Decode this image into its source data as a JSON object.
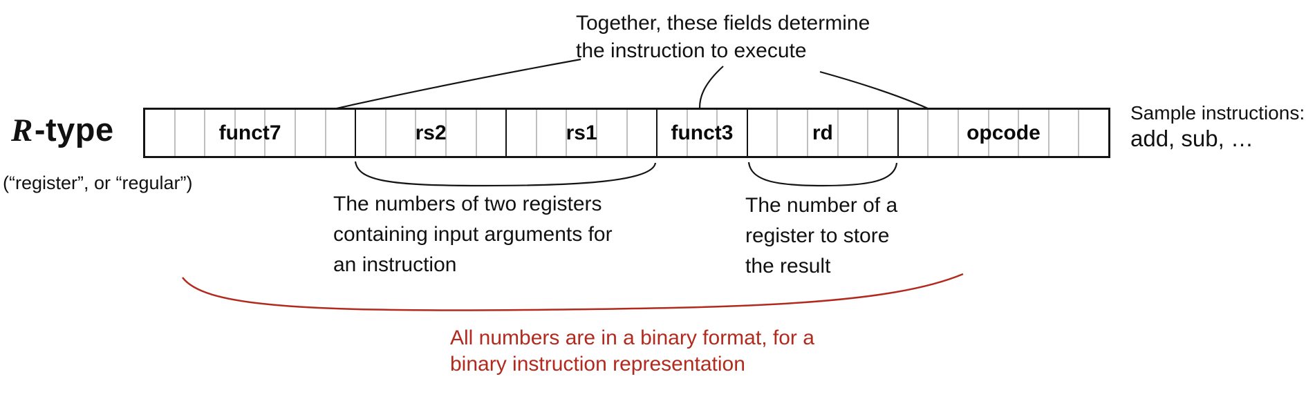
{
  "title": {
    "prefix": "R",
    "suffix": "-type",
    "subtitle": "(“register”, or “regular”)"
  },
  "top_note": {
    "line1": "Together, these fields determine",
    "line2": "the instruction to execute"
  },
  "instruction": {
    "format_name": "R-type",
    "total_bits": 32,
    "fields": [
      {
        "label": "funct7",
        "bits": 7
      },
      {
        "label": "rs2",
        "bits": 5
      },
      {
        "label": "rs1",
        "bits": 5
      },
      {
        "label": "funct3",
        "bits": 3
      },
      {
        "label": "rd",
        "bits": 5
      },
      {
        "label": "opcode",
        "bits": 7
      }
    ]
  },
  "notes": {
    "registers": {
      "line1": "The numbers of two registers",
      "line2": "containing input arguments for",
      "line3": "an instruction"
    },
    "rd": {
      "line1": "The number of a",
      "line2": "register to store",
      "line3": "the result"
    }
  },
  "sample": {
    "line1": "Sample instructions:",
    "line2": "add, sub, …"
  },
  "red_note": {
    "line1": "All numbers are in a binary format, for a",
    "line2": "binary instruction representation"
  },
  "colors": {
    "red": "#b2291e",
    "ink": "#141414",
    "cell_divider": "#bfbfbf"
  }
}
